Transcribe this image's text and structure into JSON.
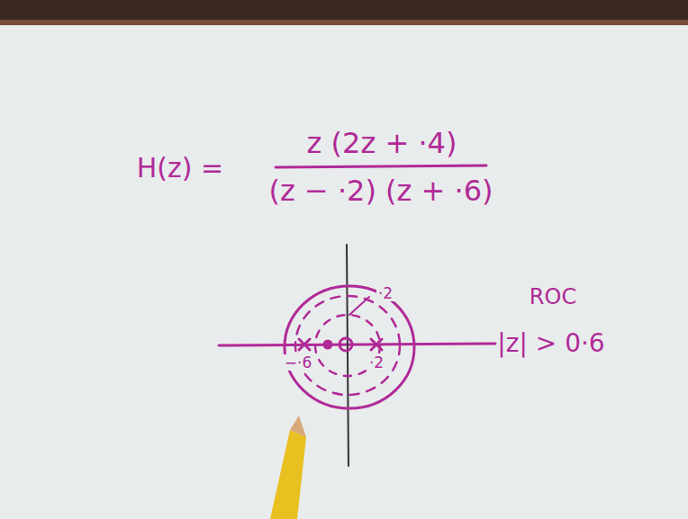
{
  "diagram": {
    "labels": [
      "H(z) =",
      "z (2z + ·4)",
      "(z − ·2) (z + ·6)",
      "·2",
      "−·6",
      "·2",
      "ROC",
      "|z| > 0·6"
    ]
  }
}
